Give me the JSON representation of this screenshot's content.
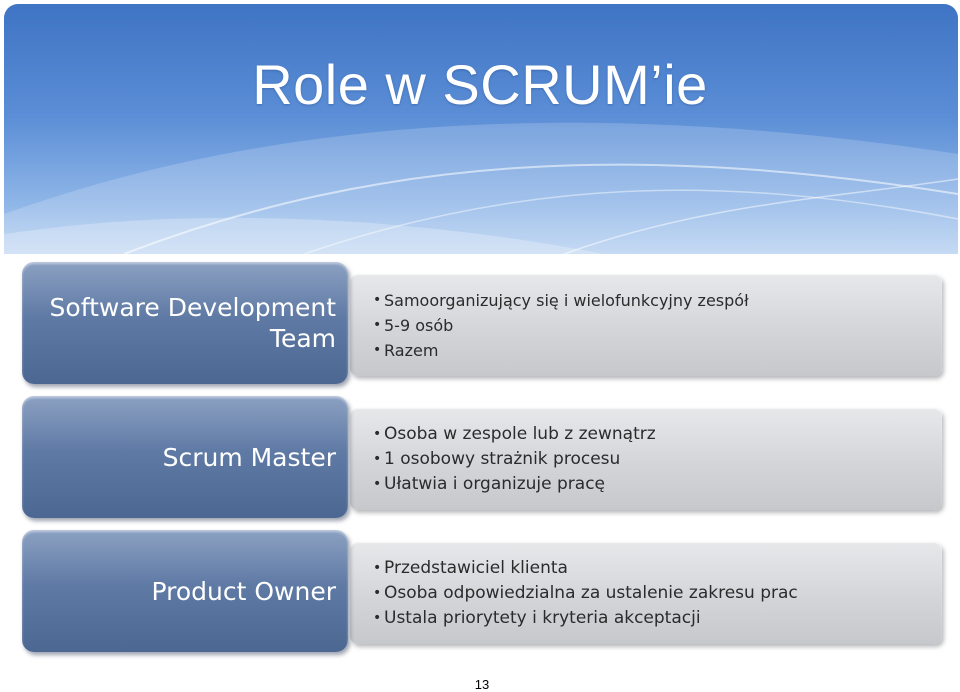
{
  "slide": {
    "title": "Role w SCRUM’ie",
    "page_number": "13"
  },
  "roles": [
    {
      "name": "Software Development\nTeam",
      "points": [
        "Samoorganizujący się i wielofunkcyjny zespół",
        "5-9 osób",
        "Razem"
      ]
    },
    {
      "name": "Scrum Master",
      "points": [
        "Osoba w zespole lub z zewnątrz",
        "1 osobowy strażnik procesu",
        "Ułatwia i organizuje pracę"
      ]
    },
    {
      "name": "Product Owner",
      "points": [
        "Przedstawiciel klienta",
        "Osoba odpowiedzialna za ustalenie zakresu prac",
        "Ustala priorytety i kryteria akceptacji"
      ]
    }
  ],
  "colors": {
    "banner_top": "#3f74c4",
    "banner_bottom": "#b9d2f1",
    "role_box": "#5f7aa5",
    "detail_box": "#d3d5d9"
  }
}
